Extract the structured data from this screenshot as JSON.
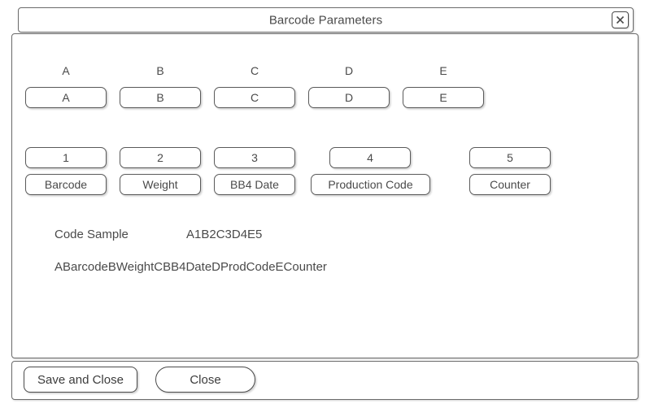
{
  "window": {
    "title": "Barcode Parameters",
    "close_icon": "close-icon"
  },
  "letter_row": {
    "labels": [
      "A",
      "B",
      "C",
      "D",
      "E"
    ],
    "buttons": [
      "A",
      "B",
      "C",
      "D",
      "E"
    ]
  },
  "number_row": {
    "buttons": [
      "1",
      "2",
      "3",
      "4",
      "5"
    ]
  },
  "field_row": {
    "buttons": [
      "Barcode",
      "Weight",
      "BB4 Date",
      "Production Code",
      "Counter"
    ]
  },
  "sample": {
    "label": "Code Sample",
    "pattern": "A1B2C3D4E5",
    "expanded": "ABarcodeBWeightCBB4DateDProdCodeECounter"
  },
  "footer": {
    "save_label": "Save and Close",
    "close_label": "Close"
  },
  "colors": {
    "border": "#5a5a5a",
    "text": "#4a4a4a",
    "background": "#ffffff"
  }
}
